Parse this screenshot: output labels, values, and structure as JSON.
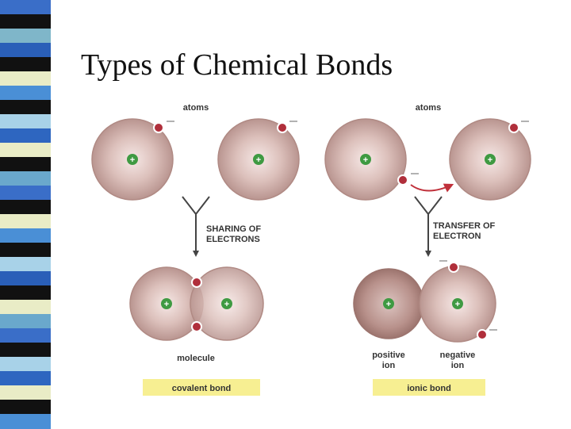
{
  "slide": {
    "title": "Types of Chemical Bonds"
  },
  "stripe": {
    "colors": [
      "#3a6ec8",
      "#111111",
      "#7fb6c9",
      "#2a5fb8",
      "#111111",
      "#e9ecc6",
      "#4a8fd6",
      "#111111",
      "#a8d2e8",
      "#2e66c0",
      "#e9ecc6",
      "#111111",
      "#6aa8cc",
      "#3a6ec8",
      "#111111",
      "#e9ecc6",
      "#4a8fd6",
      "#111111",
      "#a8d2e8",
      "#2a5fb8",
      "#111111",
      "#e9ecc6",
      "#6aa8cc",
      "#3a6ec8",
      "#111111",
      "#a8d2e8",
      "#2e66c0",
      "#e9ecc6",
      "#111111",
      "#4a8fd6"
    ]
  },
  "figure": {
    "left": {
      "top_label": "atoms",
      "process_line1": "SHARING OF",
      "process_line2": "ELECTRONS",
      "result_label": "molecule",
      "bond_label": "covalent bond"
    },
    "right": {
      "top_label": "atoms",
      "process_line1": "TRANSFER OF",
      "process_line2": "ELECTRON",
      "positive_line1": "positive",
      "positive_line2": "ion",
      "negative_line1": "negative",
      "negative_line2": "ion",
      "bond_label": "ionic bond"
    },
    "colors": {
      "atom_fill": "#c9a9a3",
      "nucleus": "#3f9a42",
      "electron": "#b02f3b",
      "arrow": "#c0303a",
      "label_box": "#f7ef92"
    }
  }
}
